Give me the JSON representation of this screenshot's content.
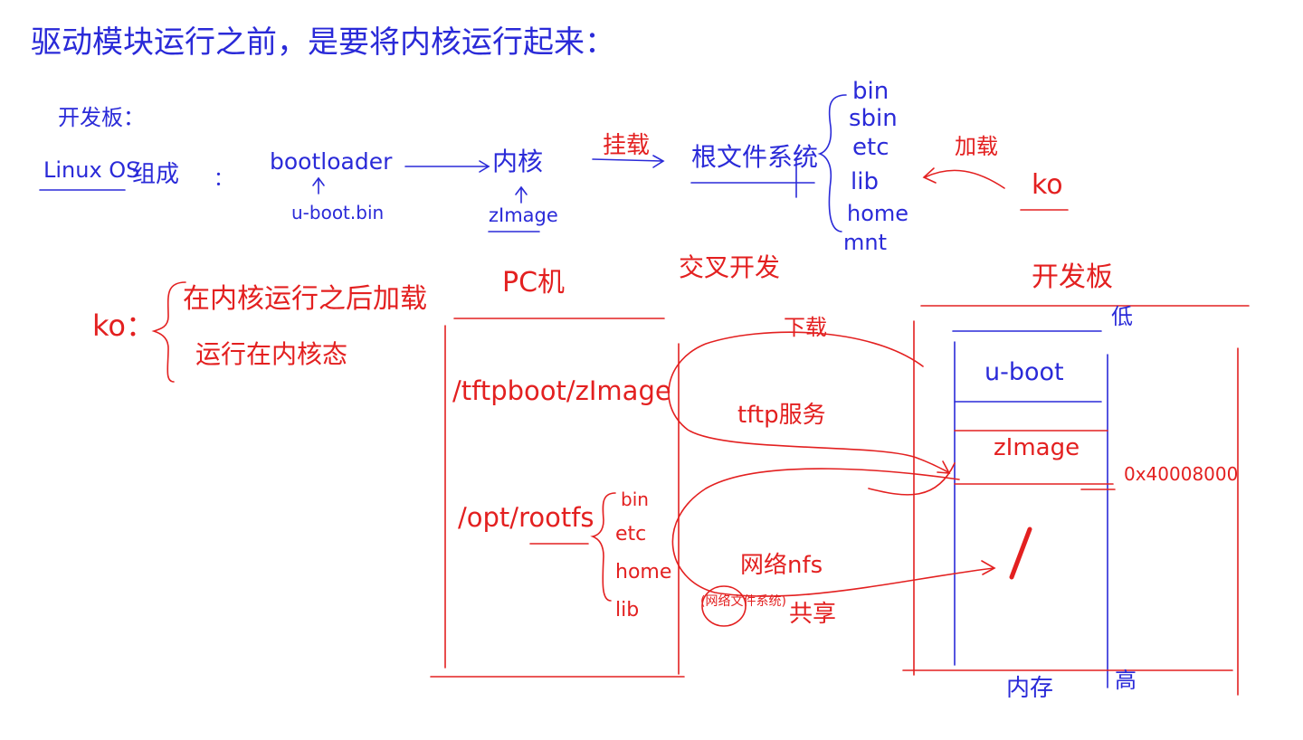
{
  "colors": {
    "blue_ink": "#2a2ad8",
    "red_ink": "#e32020",
    "background": "#ffffff"
  },
  "header": {
    "title": "驱动模块运行之前，是要将内核运行起来："
  },
  "boot": {
    "board_label": "开发板：",
    "system_prefix": "Linux OS",
    "system_suffix": "组成",
    "colon": "：",
    "bootloader": "bootloader",
    "bootloader_file": "u-boot.bin",
    "kernel": "内核",
    "kernel_file": "zImage",
    "mount": "挂载",
    "rootfs": "根文件系统",
    "rootfs_dirs": [
      "bin",
      "sbin",
      "etc",
      "lib",
      "home",
      "mnt"
    ],
    "load_label": "加载",
    "ko_label": "ko"
  },
  "ko_note": {
    "label": "ko：",
    "line1": "在内核运行之后加载",
    "line2": "运行在内核态"
  },
  "pc": {
    "title": "PC机",
    "tftp_path": "/tftpboot/zImage",
    "rootfs_path": "/opt/rootfs",
    "dirs": [
      "bin",
      "etc",
      "home",
      "lib"
    ]
  },
  "cross": {
    "title": "交叉开发",
    "download": "下载",
    "tftp": "tftp服务",
    "nfs": "网络nfs",
    "nfs_note": "(网络文件系统)",
    "share": "共享"
  },
  "board": {
    "title": "开发板",
    "low": "低",
    "high": "高",
    "uboot": "u-boot",
    "zimage": "zImage",
    "address": "0x40008000",
    "memory": "内存"
  }
}
